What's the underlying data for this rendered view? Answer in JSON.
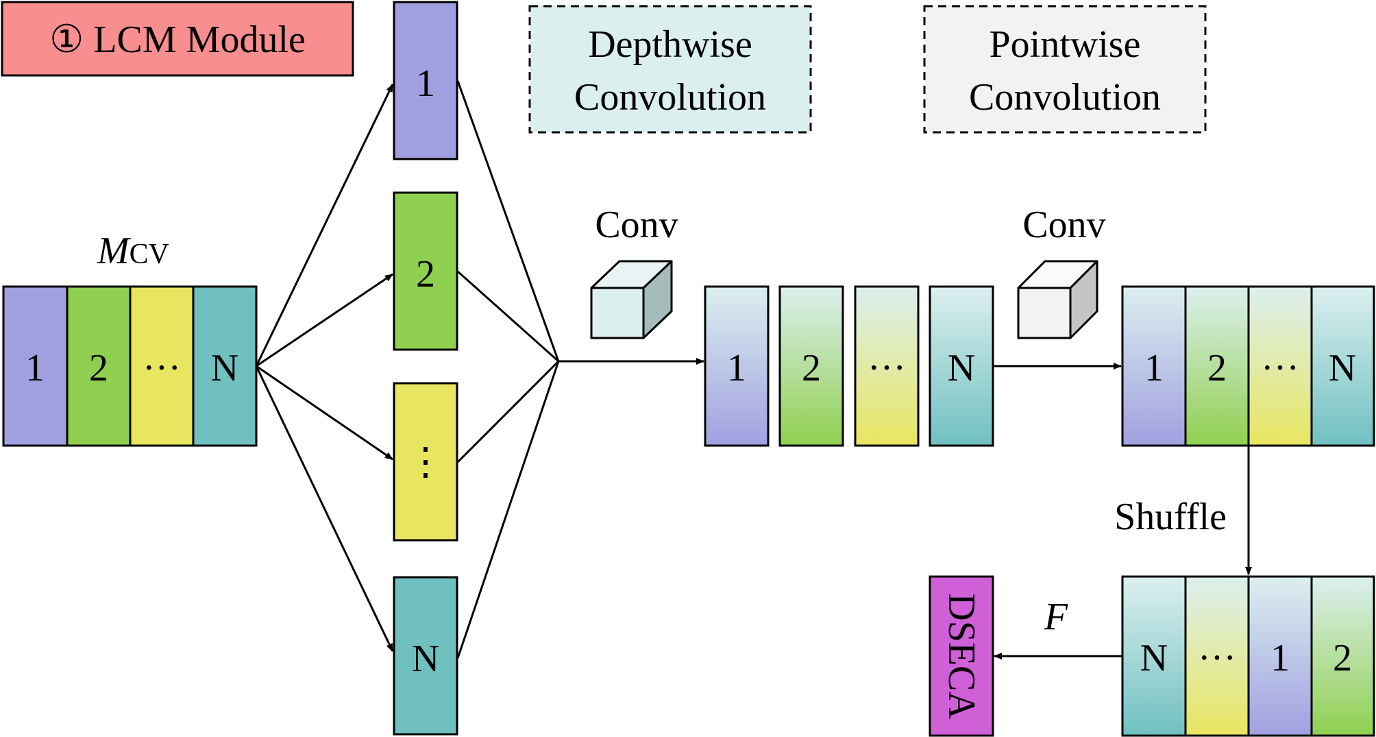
{
  "title": "① LCM Module",
  "legend": {
    "depthwise": [
      "Depthwise",
      "Convolution"
    ],
    "pointwise": [
      "Pointwise",
      "Convolution"
    ]
  },
  "input_label": {
    "main": "M",
    "sub": "CV"
  },
  "input_blocks": [
    "1",
    "2",
    "···",
    "N"
  ],
  "split_blocks": [
    "1",
    "2",
    "⋮",
    "N"
  ],
  "conv_label_1": "Conv",
  "conv_label_2": "Conv",
  "depthwise_blocks": [
    "1",
    "2",
    "···",
    "N"
  ],
  "pointwise_blocks": [
    "1",
    "2",
    "···",
    "N"
  ],
  "shuffle_label": "Shuffle",
  "shuffled_blocks": [
    "N",
    "···",
    "1",
    "2"
  ],
  "output_label": "F",
  "output_module": "DSECA",
  "colors": {
    "title_bg": "#f88e8e",
    "depthwise_bg": "#dcefef",
    "pointwise_bg": "#f2f2f2",
    "channel_1": "#a0a0e0",
    "channel_2": "#90d050",
    "channel_dots": "#e8e660",
    "channel_N": "#70c0c0",
    "gradient_top": "#dcefef",
    "dseca": "#d060d8"
  }
}
